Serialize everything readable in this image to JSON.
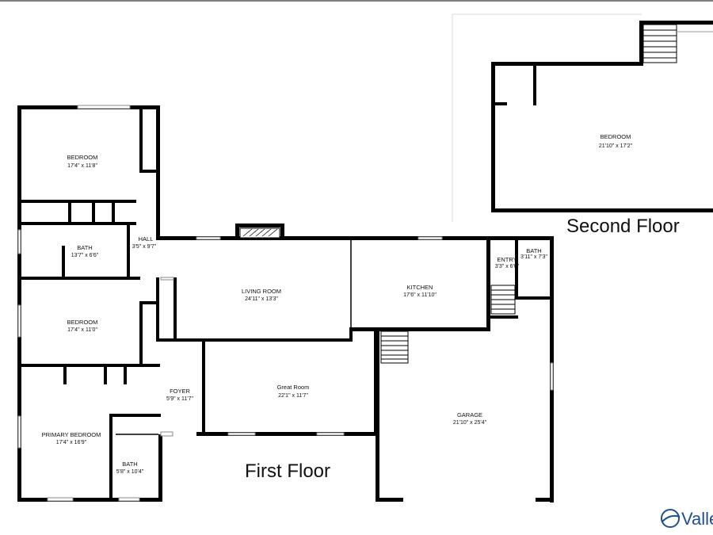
{
  "floors": {
    "first": "First Floor",
    "second": "Second Floor"
  },
  "rooms": {
    "bedroom_top": {
      "name": "BEDROOM",
      "dims": "17'4\" x 11'8\""
    },
    "bath_upper": {
      "name": "BATH",
      "dims": "13'7\" x 6'6\""
    },
    "hall": {
      "name": "HALL",
      "dims": "3'5\" x 9'7\""
    },
    "bedroom_mid": {
      "name": "BEDROOM",
      "dims": "17'4\" x 11'0\""
    },
    "primary_bedroom": {
      "name": "PRIMARY BEDROOM",
      "dims": "17'4\" x 16'9\""
    },
    "bath_primary": {
      "name": "BATH",
      "dims": "5'8\" x 10'4\""
    },
    "foyer": {
      "name": "FOYER",
      "dims": "5'9\" x 11'7\""
    },
    "living_room": {
      "name": "LIVING ROOM",
      "dims": "24'11\" x 13'3\""
    },
    "kitchen": {
      "name": "KITCHEN",
      "dims": "17'6\" x 11'10\""
    },
    "entry": {
      "name": "ENTRY",
      "dims": "3'3\" x 6'0\""
    },
    "bath_entry": {
      "name": "BATH",
      "dims": "3'11\" x 7'3\""
    },
    "great_room": {
      "name": "Great Room",
      "dims": "22'1\" x 11'7\""
    },
    "garage": {
      "name": "GARAGE",
      "dims": "21'10\" x 25'4\""
    },
    "bedroom_second": {
      "name": "BEDROOM",
      "dims": "21'10\" x 17'2\""
    }
  },
  "logo": {
    "text": "Valle"
  },
  "colors": {
    "wall": "#000000",
    "logo": "#1f4f8f"
  }
}
